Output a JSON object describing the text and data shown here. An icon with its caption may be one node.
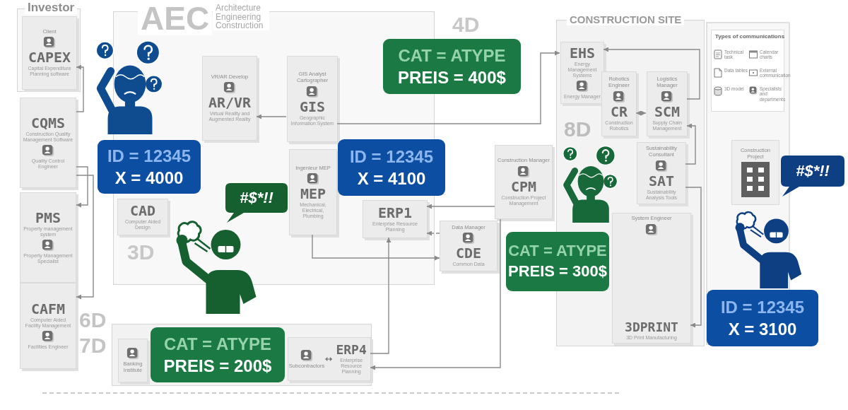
{
  "diagram": {
    "nodes": [
      {
        "text": [
          "Investor"
        ]
      },
      {
        "text": [
          "Client",
          "CAPEX",
          "Capital Expenditure Planning software"
        ],
        "in": 0
      },
      {
        "text": [
          "CQMS",
          "Construction Quality Management Software",
          "Quality Control Engineer"
        ]
      },
      {
        "text": [
          "PMS",
          "Property management system",
          "Property Management Specialist"
        ]
      },
      {
        "text": [
          "CAFM",
          "Computer Aided Facility Management",
          "Facilities Engineer"
        ]
      },
      {
        "text": [
          "AEC",
          "Architecture Engineering Construction"
        ]
      },
      {
        "text": [
          "VR/AR Develop",
          "AR/VR",
          "Virtual Reality and Augmented Reality"
        ],
        "in": 5
      },
      {
        "text": [
          "GIS Analyst Cartographer",
          "GIS",
          "Geographic Information System"
        ],
        "in": 5
      },
      {
        "text": [
          "CAD",
          "Computer Aided Design"
        ],
        "in": 5
      },
      {
        "text": [
          "Ingenieur MEP",
          "MEP",
          "Mechanical, Electrical, Plumbing"
        ],
        "in": 5
      },
      {
        "text": [
          "ERP1",
          "Enterprise Resource Planning"
        ],
        "in": 5
      },
      {
        "text": [
          "Data Manager",
          "CDE",
          "Common Data"
        ]
      },
      {
        "text": [
          "Construction Manager",
          "CPM",
          "Construction Project Management"
        ]
      },
      {
        "text": [
          "CONSTRUCTION SITE"
        ]
      },
      {
        "text": [
          "EHS",
          "Energy Management Systems",
          "Energy Manager"
        ],
        "in": 13
      },
      {
        "text": [
          "Robotics Engineer",
          "CR",
          "Construction Robotics"
        ],
        "in": 13
      },
      {
        "text": [
          "Logistics Manager",
          "SCM",
          "Supply Chain Management"
        ],
        "in": 13
      },
      {
        "text": [
          "Sustainability Consultant",
          "SAT",
          "Sustainability Analysis Tools"
        ],
        "in": 13
      },
      {
        "text": [
          "System Engineer",
          "3DPRINT",
          "3D Print Manufacturing"
        ],
        "in": 13
      },
      {
        "text": [
          "Construction Project"
        ]
      },
      {
        "text": [],
        "shape": "box"
      },
      {
        "text": [
          "Banking Institute"
        ],
        "in": 20
      },
      {
        "text": [
          "Subcontractors",
          "ERP4",
          "Enterprise Resource Planning"
        ],
        "in": 20
      },
      {
        "text": [
          "ID = 12345",
          "X = 4000"
        ]
      },
      {
        "text": [
          "CAT = ATYPE",
          "PREIS = 400$"
        ]
      },
      {
        "text": [
          "ID = 12345",
          "X = 4100"
        ]
      },
      {
        "text": [
          "CAT = ATYPE",
          "PREIS = 300$"
        ]
      },
      {
        "text": [
          "CAT = ATYPE",
          "PREIS = 200$"
        ],
        "in": 20
      },
      {
        "text": [
          "ID = 12345",
          "X = 3100"
        ]
      },
      {
        "text": [
          "#$*!!"
        ],
        "in": 5
      },
      {
        "text": [
          "#$*!!"
        ]
      }
    ],
    "edges": [
      {
        "from": 2,
        "to": 1,
        "arrow": "to"
      },
      {
        "from": 2,
        "to": 3,
        "arrow": "to"
      },
      {
        "from": 2,
        "to": 4,
        "arrow": "to"
      },
      {
        "from": 7,
        "to": 14,
        "arrow": "to"
      },
      {
        "from": 7,
        "to": 6,
        "arrow": "to"
      },
      {
        "from": 15,
        "to": 16,
        "arrow": "both"
      },
      {
        "from": 16,
        "to": 14,
        "arrow": "to"
      },
      {
        "from": 17,
        "to": 16,
        "arrow": "to"
      },
      {
        "from": 12,
        "to": 10,
        "arrow": "to"
      },
      {
        "from": 11,
        "to": 10,
        "arrow": "to",
        "style": "dashed"
      },
      {
        "from": 22,
        "to": 10,
        "arrow": "to"
      },
      {
        "from": 12,
        "to": 22,
        "arrow": "to"
      },
      {
        "from": 9,
        "to": 11,
        "arrow": "to"
      },
      {
        "from": 17,
        "to": 18,
        "arrow": "to"
      }
    ],
    "labels": [
      "4D",
      "Types of communications",
      "8D",
      "3D",
      "6D",
      "7D"
    ],
    "legend": [
      {
        "text": "Technical task"
      },
      {
        "text": "Calendar charts"
      },
      {
        "text": "Data tables"
      },
      {
        "text": "External communication"
      },
      {
        "text": "3D model"
      },
      {
        "text": "Specialists and departments"
      }
    ]
  }
}
